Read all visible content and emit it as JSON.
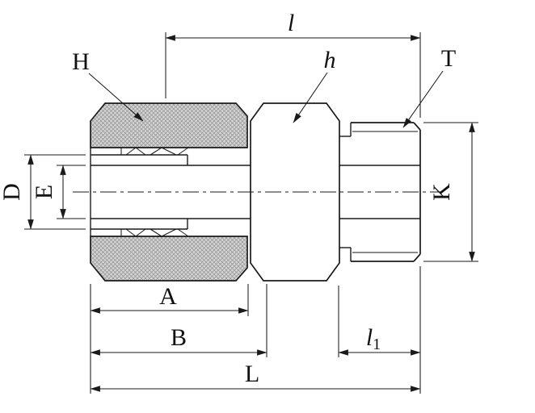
{
  "figure": {
    "labels": {
      "l": "l",
      "H": "H",
      "h": "h",
      "T": "T",
      "D": "D",
      "E": "E",
      "K": "K",
      "A": "A",
      "B": "B",
      "l1_main": "l",
      "l1_sub": "1",
      "L": "L"
    },
    "colors": {
      "line": "#1a1a1a",
      "hatch_fill": "#d6d6d6",
      "hatch_stroke": "#999999",
      "background": "#ffffff"
    }
  }
}
